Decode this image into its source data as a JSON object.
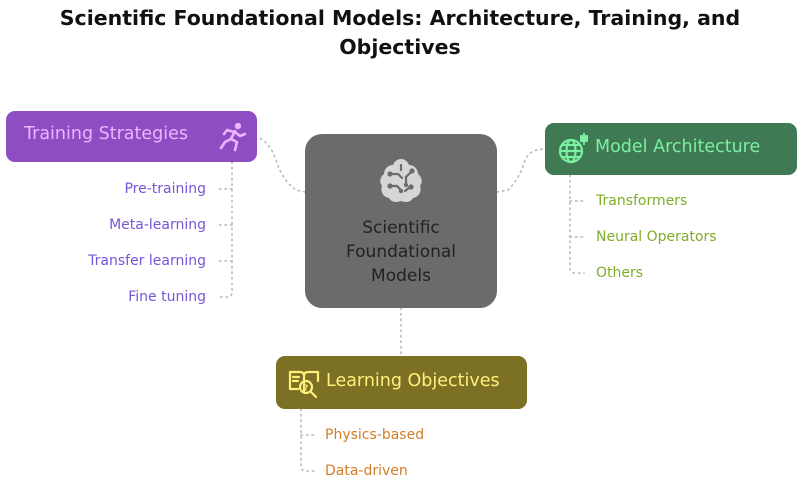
{
  "title": {
    "line1": "Scientific Foundational Models: Architecture, Training, and",
    "line2": "Objectives"
  },
  "center": {
    "line1": "Scientific",
    "line2": "Foundational",
    "line3": "Models",
    "icon": "brain-circuit-icon"
  },
  "training": {
    "label": "Training Strategies",
    "icon": "running-person-icon",
    "items": [
      "Pre-training",
      "Meta-learning",
      "Transfer learning",
      "Fine tuning"
    ]
  },
  "architecture": {
    "label": "Model Architecture",
    "icon": "globe-network-icon",
    "items": [
      "Transformers",
      "Neural Operators",
      "Others"
    ]
  },
  "objectives": {
    "label": "Learning Objectives",
    "icon": "book-search-icon",
    "items": [
      "Physics-based",
      "Data-driven"
    ]
  },
  "colors": {
    "center_bg": "#6b6b6b",
    "training_bg": "#8e4dc2",
    "training_text": "#e9b6ff",
    "training_items": "#7655d8",
    "architecture_bg": "#3f7a55",
    "architecture_text": "#7bf0a0",
    "architecture_items": "#7fad27",
    "objectives_bg": "#7b7024",
    "objectives_text": "#fff07a",
    "objectives_items": "#d47d28"
  }
}
